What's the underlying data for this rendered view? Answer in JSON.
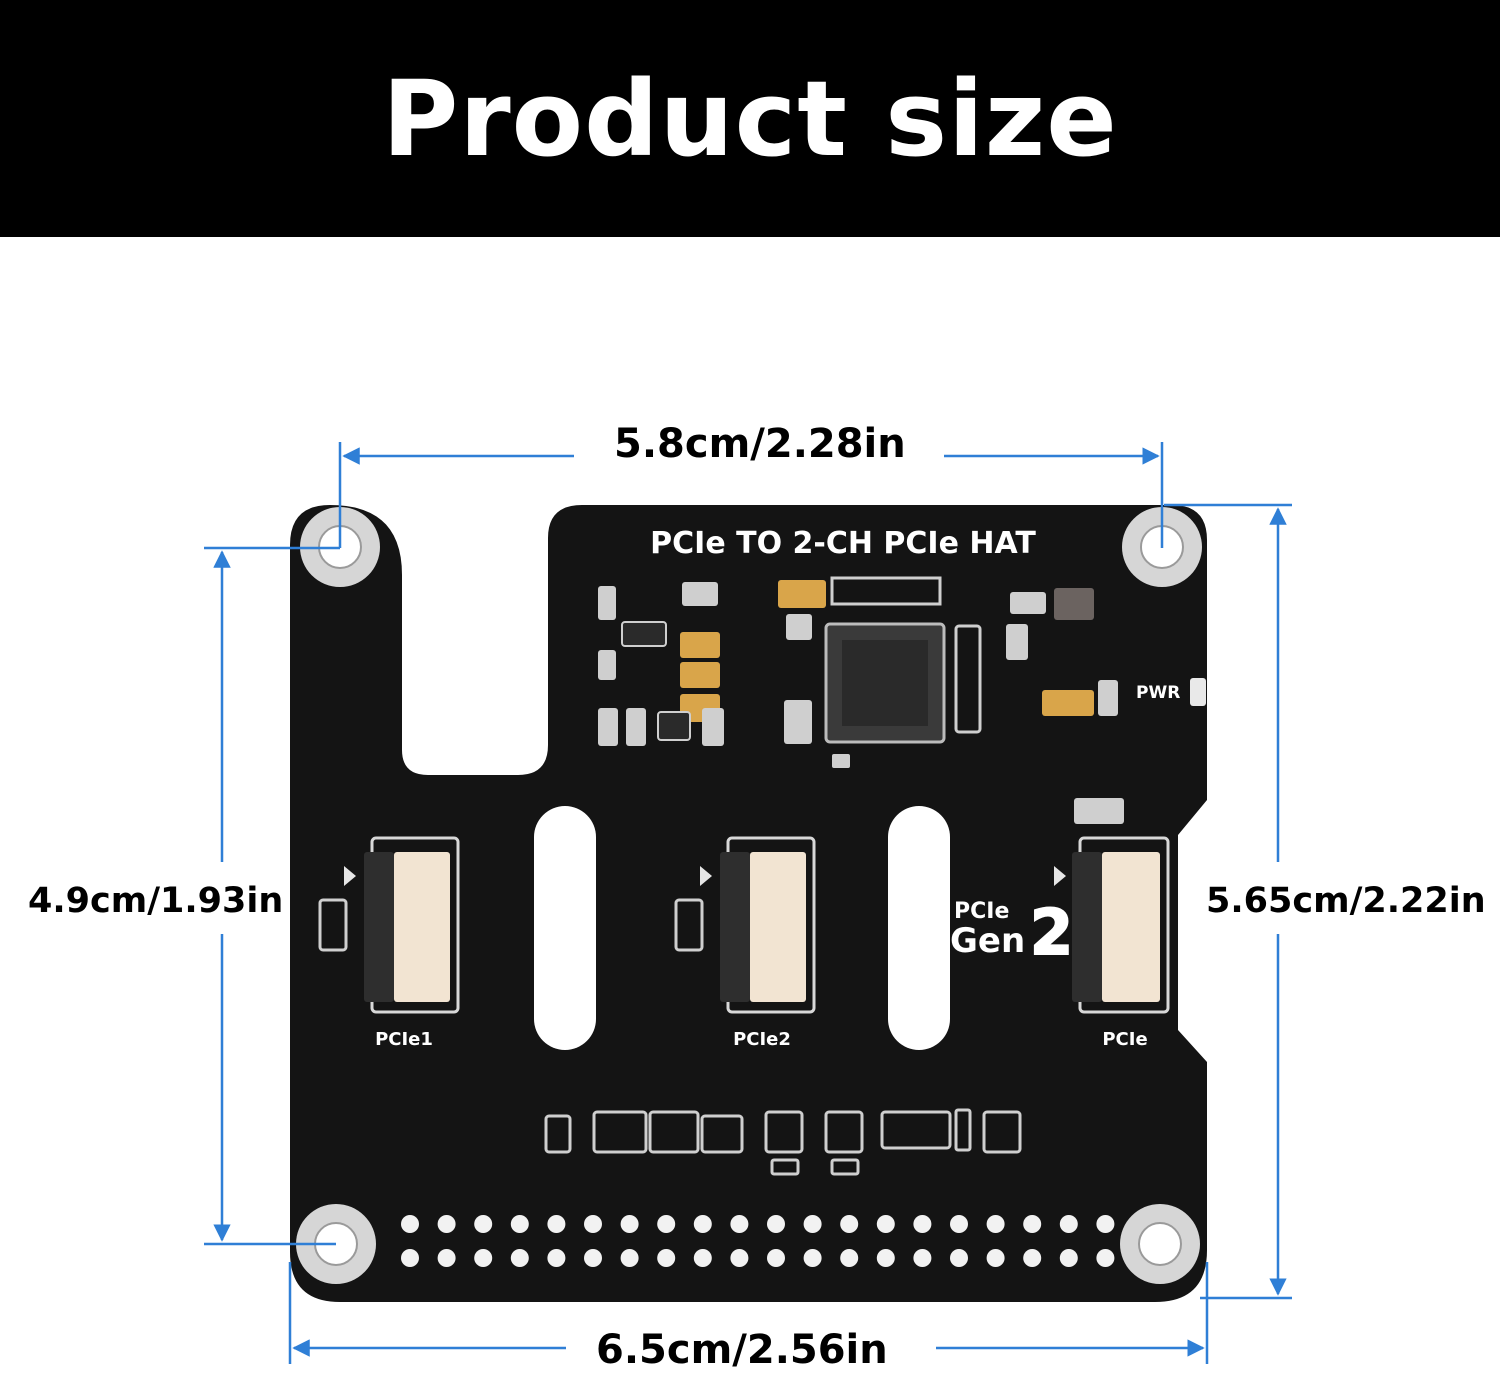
{
  "title": "Product size",
  "dimensions": {
    "top_width": "5.8cm/2.28in",
    "bottom_width": "6.5cm/2.56in",
    "left_height": "4.9cm/1.93in",
    "right_height": "5.65cm/2.22in"
  },
  "board": {
    "name": "PCIe TO 2-CH PCIe HAT",
    "pwr_label": "PWR",
    "connectors": [
      "PCIe1",
      "PCIe2",
      "PCIe"
    ],
    "gen_prefix": "PCIe",
    "gen_word": "Gen",
    "gen_number": "2"
  },
  "colors": {
    "banner": "#000000",
    "pcb": "#141414",
    "dimension_line": "#2f7fd6",
    "connector": "#f2e4d2"
  }
}
